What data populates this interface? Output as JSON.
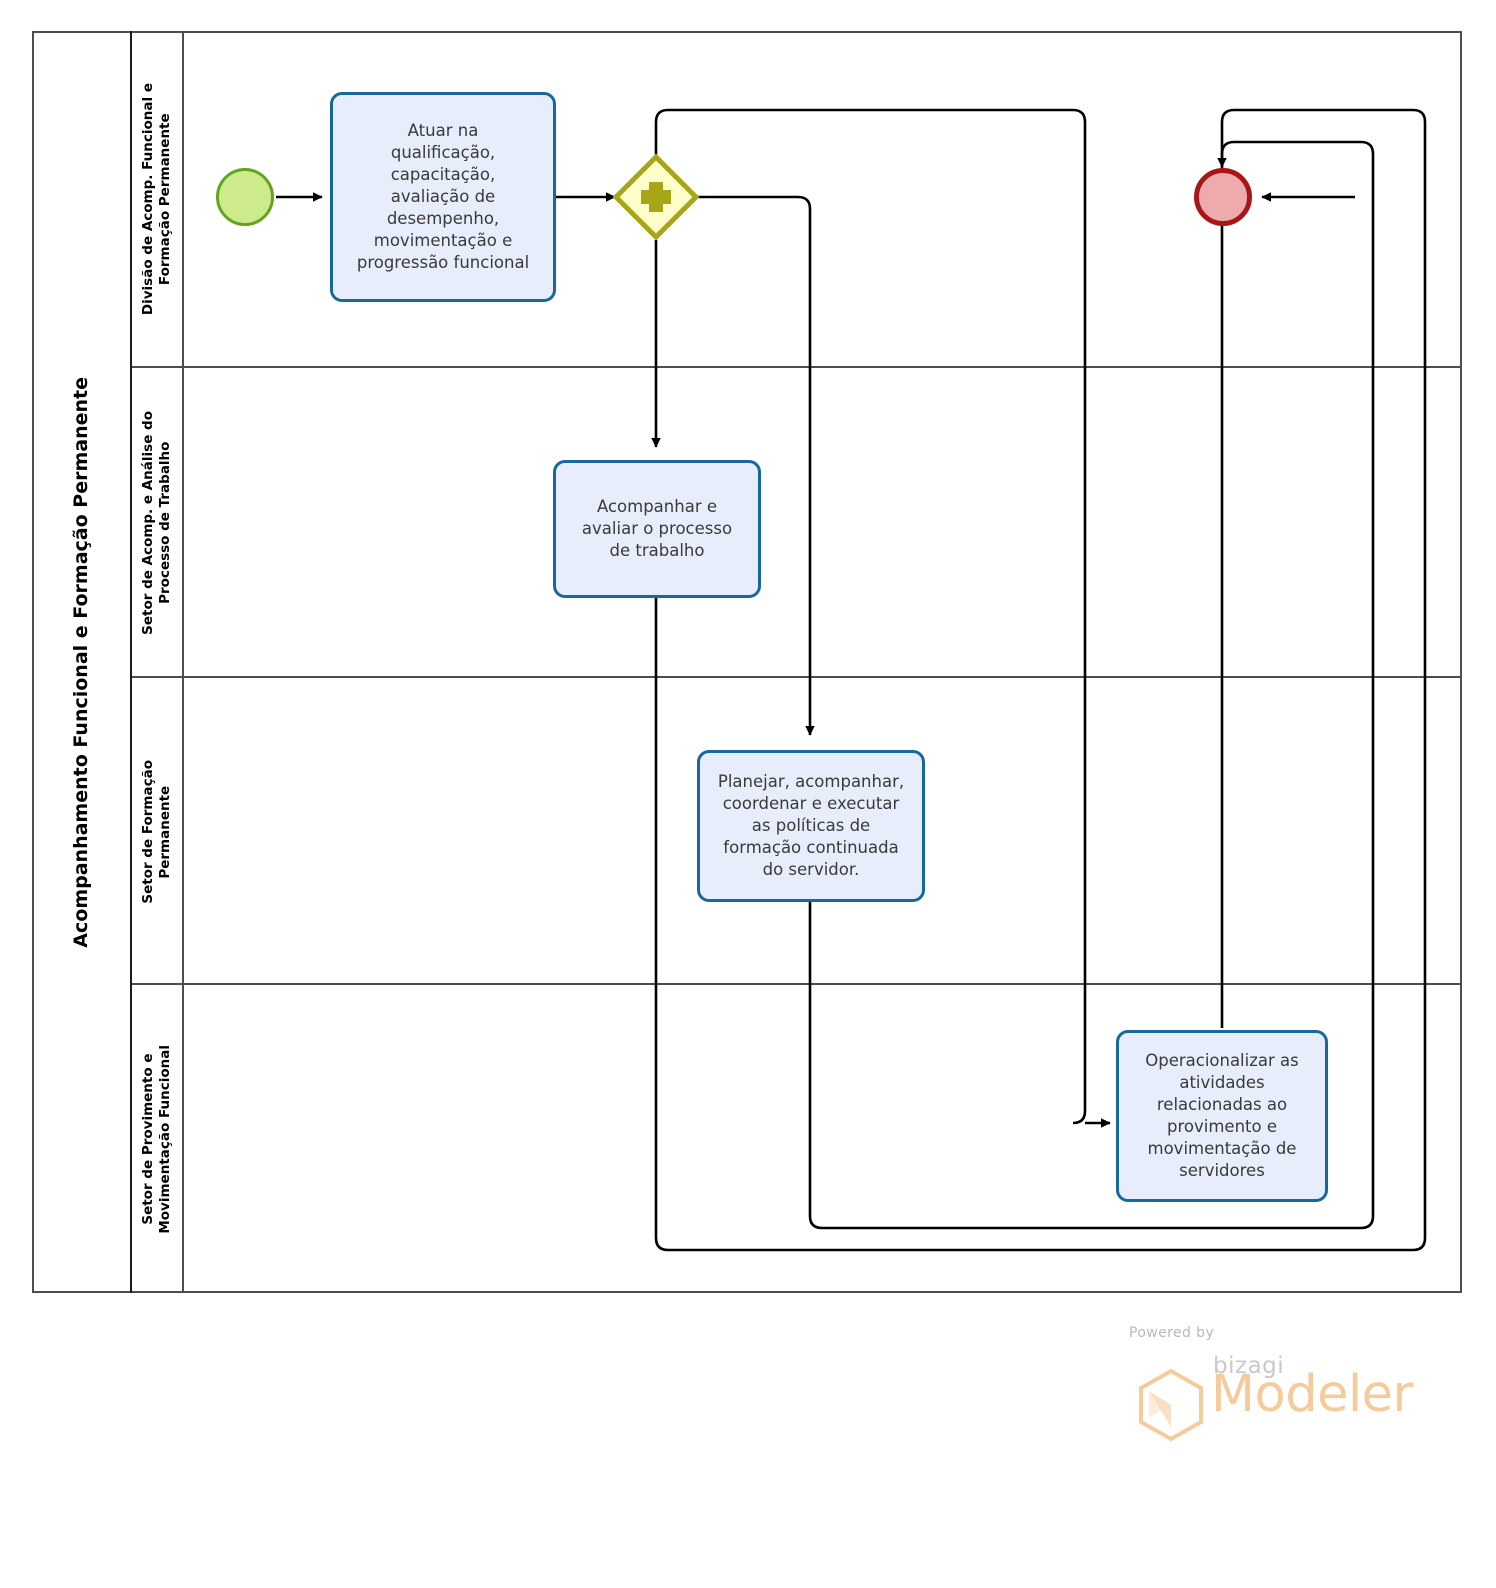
{
  "pool": {
    "title": "Acompanhamento Funcional e Formação Permanente",
    "lanes": [
      {
        "id": "lane-divisao",
        "label": "Divisão de Acomp. Funcional e\nFormação Permanente"
      },
      {
        "id": "lane-setor-acomp",
        "label": "Setor de Acomp. e Análise do\nProcesso de Trabalho"
      },
      {
        "id": "lane-formacao",
        "label": "Setor de Formação\nPermanente"
      },
      {
        "id": "lane-provimento",
        "label": "Setor de Provimento e\nMovimentação Funcional"
      }
    ]
  },
  "nodes": {
    "start_event": {
      "name": "start-event",
      "label": ""
    },
    "task1": {
      "label": "Atuar na\nqualificação,\ncapacitação,\navaliação de\ndesempenho,\nmovimentação e\nprogressão funcional"
    },
    "gateway": {
      "type": "parallel",
      "symbol": "+"
    },
    "task2": {
      "label": "Acompanhar e\navaliar o processo\nde trabalho"
    },
    "task3": {
      "label": "Planejar, acompanhar,\ncoordenar e executar\nas políticas de\nformação continuada\ndo servidor."
    },
    "task4": {
      "label": "Operacionalizar as\natividades\nrelacionadas ao\nprovimento e\nmovimentação de\nservidores"
    },
    "end_event": {
      "name": "end-event",
      "label": ""
    }
  },
  "colors": {
    "task_fill": "#e8edfb",
    "task_border": "#16699a",
    "start_fill": "#cdeb8b",
    "start_border": "#62a420",
    "end_fill": "#edabab",
    "end_border": "#a81717",
    "gateway_fill": "#ffffcc",
    "gateway_border": "#a6a616",
    "gateway_symbol": "#a6a616",
    "pool_border": "#4d4d4d",
    "flow_line": "#000000",
    "logo_orange": "#f6cb9c",
    "logo_gray": "#c9c9c9"
  },
  "logo": {
    "powered_by": "Powered by",
    "brand": "bizagi",
    "product": "Modeler"
  }
}
